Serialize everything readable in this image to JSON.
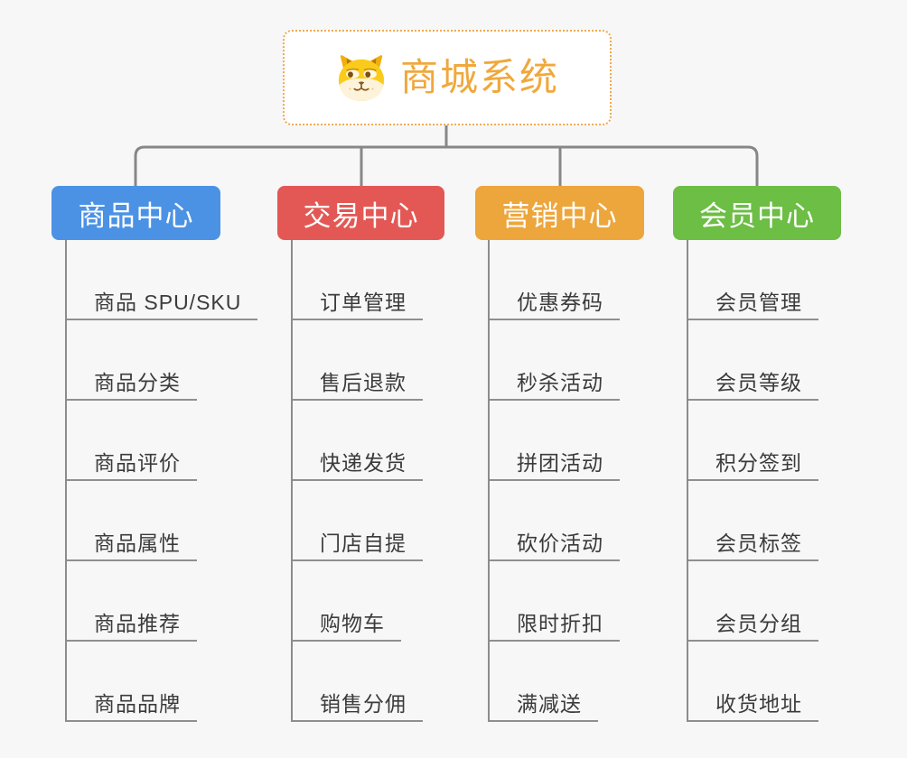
{
  "root": {
    "title": "商城系统",
    "icon": "doge-icon",
    "title_color": "#f0a83c",
    "border_color": "#edaa4f"
  },
  "connector_color": "#878787",
  "underline_color": "#8f8f8f",
  "background_color": "#f7f7f8",
  "branches": [
    {
      "label": "商品中心",
      "color": "#4b92e5",
      "items": [
        "商品 SPU/SKU",
        "商品分类",
        "商品评价",
        "商品属性",
        "商品推荐",
        "商品品牌"
      ]
    },
    {
      "label": "交易中心",
      "color": "#e35855",
      "items": [
        "订单管理",
        "售后退款",
        "快递发货",
        "门店自提",
        "购物车",
        "销售分佣"
      ]
    },
    {
      "label": "营销中心",
      "color": "#eda63c",
      "items": [
        "优惠券码",
        "秒杀活动",
        "拼团活动",
        "砍价活动",
        "限时折扣",
        "满减送"
      ]
    },
    {
      "label": "会员中心",
      "color": "#6cbe44",
      "items": [
        "会员管理",
        "会员等级",
        "积分签到",
        "会员标签",
        "会员分组",
        "收货地址"
      ]
    }
  ]
}
